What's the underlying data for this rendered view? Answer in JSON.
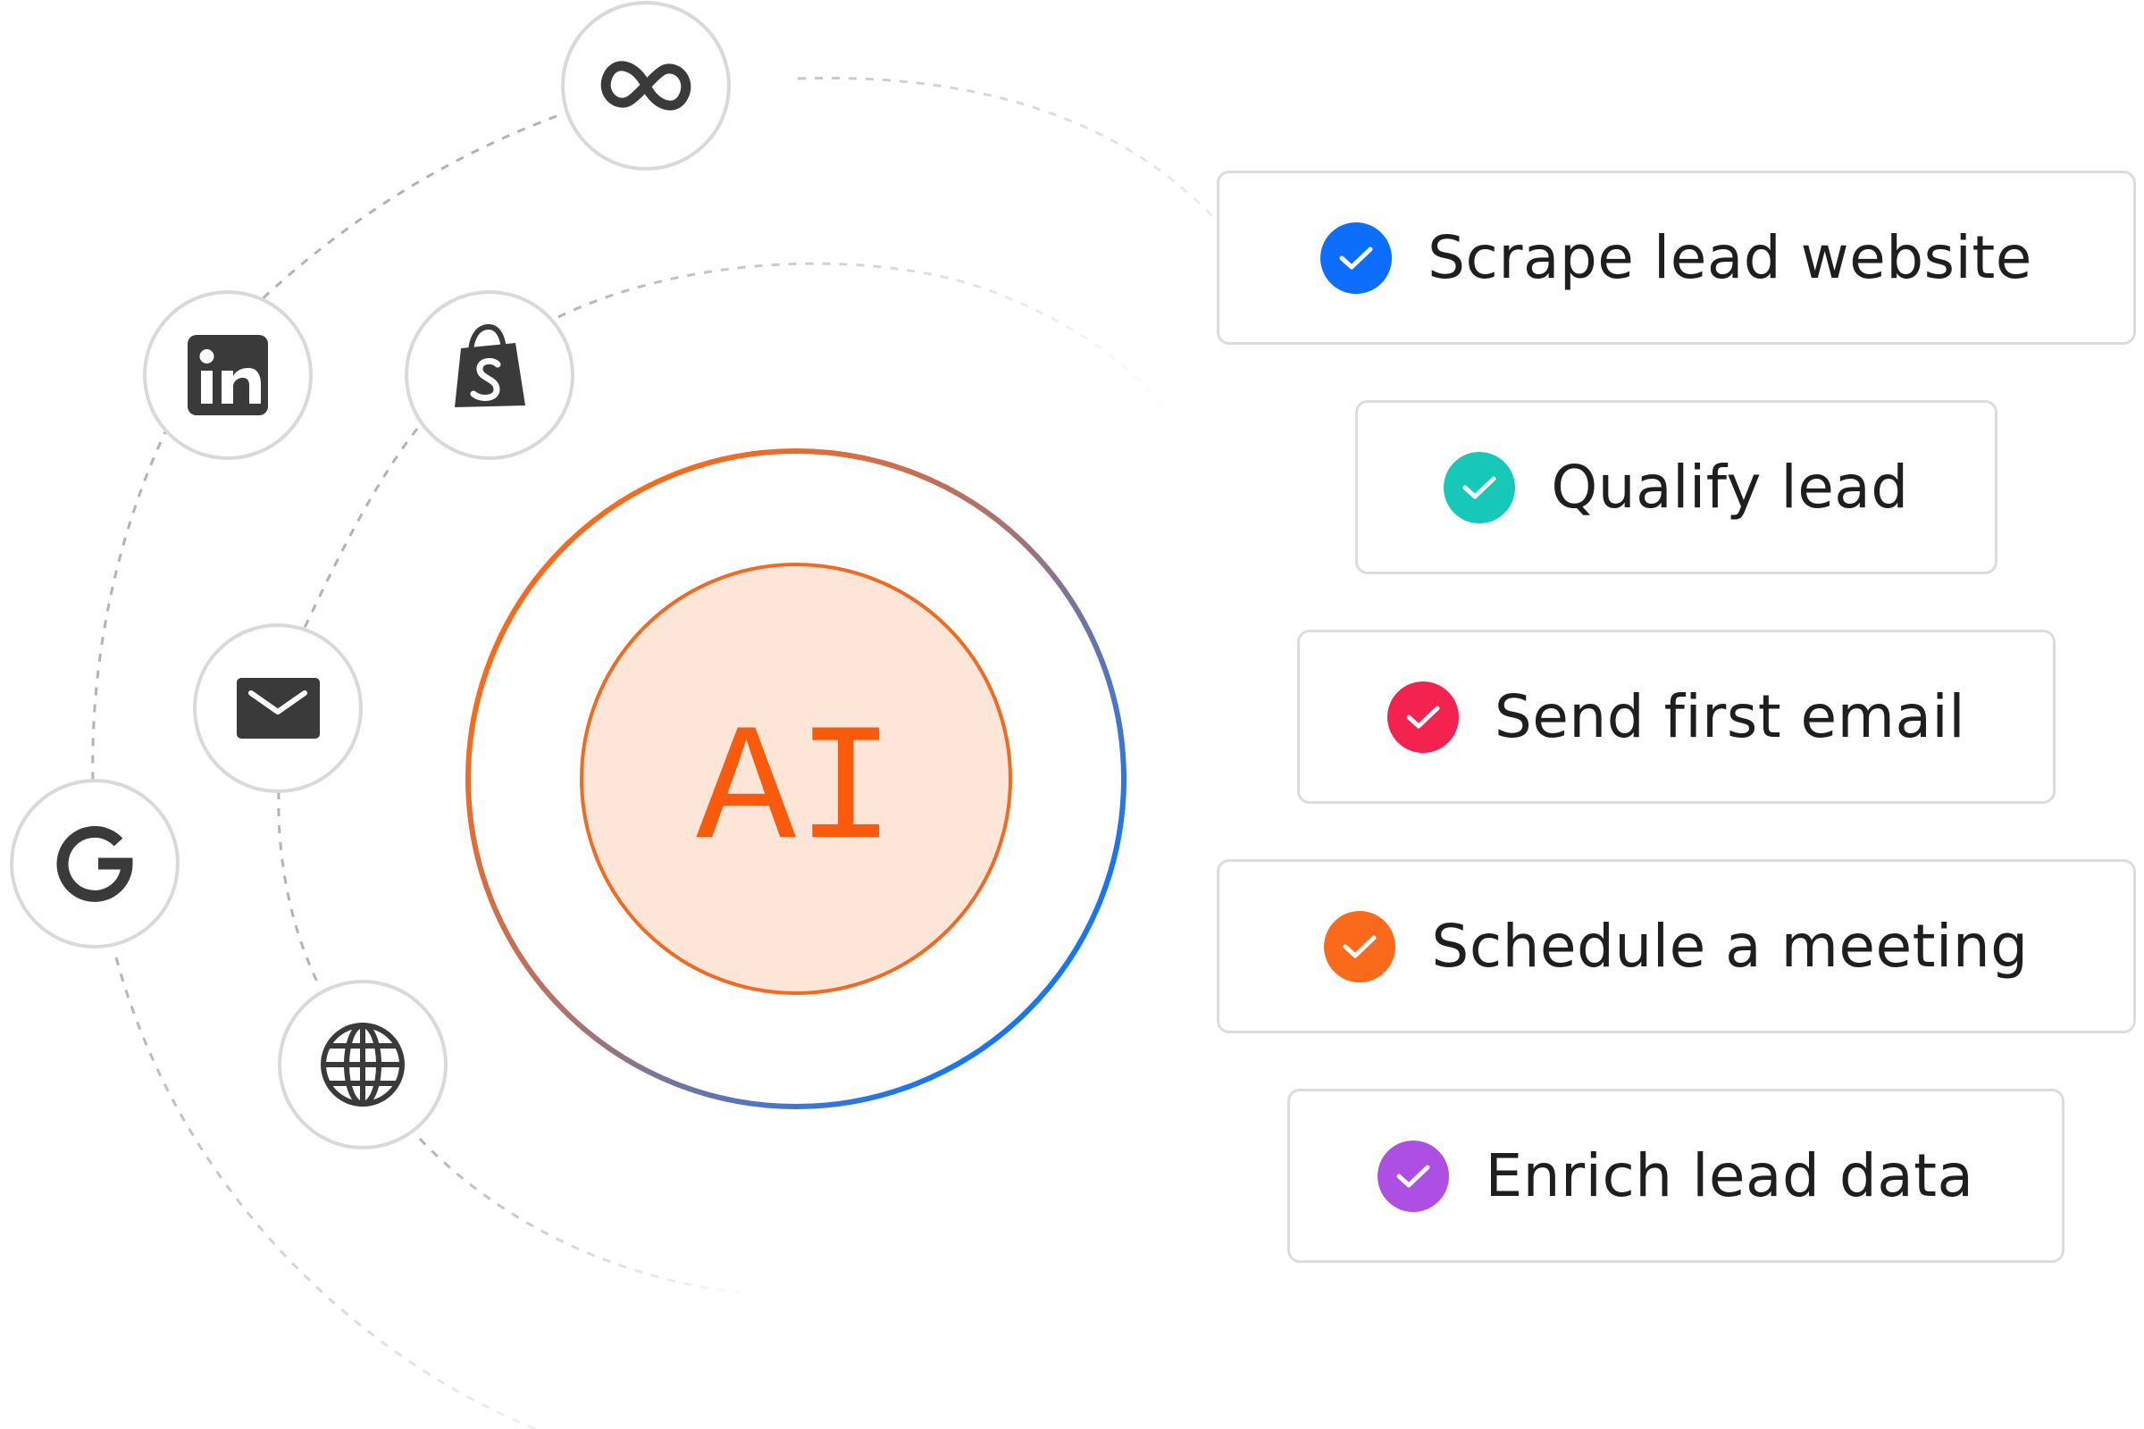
{
  "center": {
    "label": "AI",
    "color": "#f95a0c",
    "fill": "#fde5d8",
    "ring_gradient": [
      "#fb6a1a",
      "#a87373",
      "#1676f3"
    ]
  },
  "sources": [
    {
      "name": "meta",
      "icon": "meta-icon"
    },
    {
      "name": "linkedin",
      "icon": "linkedin-icon"
    },
    {
      "name": "shopify",
      "icon": "shopify-icon"
    },
    {
      "name": "email",
      "icon": "mail-icon"
    },
    {
      "name": "google",
      "icon": "google-icon"
    },
    {
      "name": "web",
      "icon": "globe-icon"
    }
  ],
  "tasks": [
    {
      "label": "Scrape lead website",
      "color": "#0d6efd",
      "icon": "check-icon"
    },
    {
      "label": "Qualify lead",
      "color": "#16c8b8",
      "icon": "check-icon"
    },
    {
      "label": "Send first email",
      "color": "#f4224f",
      "icon": "check-icon"
    },
    {
      "label": "Schedule a meeting",
      "color": "#fb6a1a",
      "icon": "check-icon"
    },
    {
      "label": "Enrich lead data",
      "color": "#ad4fe2",
      "icon": "check-icon"
    }
  ]
}
